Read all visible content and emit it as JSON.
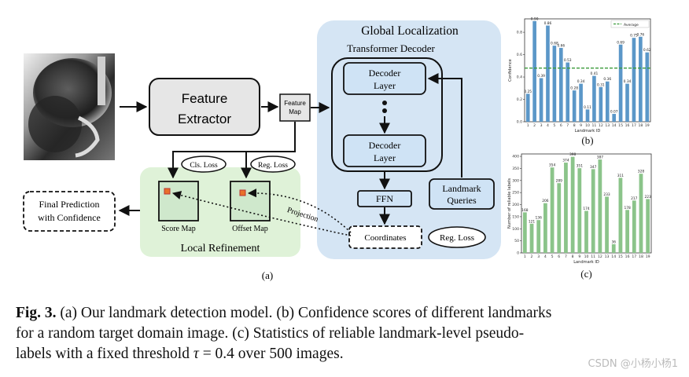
{
  "diagram": {
    "global_localization": "Global Localization",
    "transformer_decoder": "Transformer Decoder",
    "decoder_layer_1": [
      "Decoder",
      "Layer"
    ],
    "decoder_layer_2": [
      "Decoder",
      "Layer"
    ],
    "ffn": "FFN",
    "landmark_queries": [
      "Landmark",
      "Queries"
    ],
    "feature_extractor": [
      "Feature",
      "Extractor"
    ],
    "feature_map": [
      "Feature",
      "Map"
    ],
    "cls_loss": "Cls. Loss",
    "reg_loss_top": "Reg. Loss",
    "reg_loss_bottom": "Reg. Loss",
    "coordinates": "Coordinates",
    "projection": "Projection",
    "score_map": "Score Map",
    "offset_map": "Offset Map",
    "local_refinement": "Local Refinement",
    "final_prediction": [
      "Final Prediction",
      "with Confidence"
    ],
    "panel_a": "(a)"
  },
  "colors": {
    "global_bg": "#d5e5f4",
    "local_bg": "#dff2d8",
    "decoder_fill": "#cfe3f5",
    "map_fill": "#cfe8cc",
    "extractor_fill": "#e6e6e6",
    "bar_blue": "#5b97c8",
    "bar_green": "#8bc48a",
    "avg_line": "#3a9a3a",
    "marker": "#e8702a"
  },
  "chart_data": [
    {
      "type": "bar",
      "panel_label": "(b)",
      "categories": [
        "1",
        "2",
        "3",
        "4",
        "5",
        "6",
        "7",
        "8",
        "9",
        "10",
        "11",
        "12",
        "13",
        "14",
        "15",
        "16",
        "17",
        "18",
        "19"
      ],
      "values": [
        0.25,
        0.9,
        0.39,
        0.86,
        0.68,
        0.66,
        0.53,
        0.28,
        0.34,
        0.11,
        0.41,
        0.31,
        0.36,
        0.07,
        0.69,
        0.34,
        0.75,
        0.76,
        0.62
      ],
      "value_labels": [
        "0.25",
        "0.90",
        "0.39",
        "0.86",
        "0.68",
        "0.66",
        "0.53",
        "0.28",
        "0.34",
        "0.11",
        "0.41",
        "0.31",
        "0.36",
        "0.07",
        "0.69",
        "0.34",
        "0.75",
        "0.76",
        "0.62"
      ],
      "xlabel": "Landmark ID",
      "ylabel": "Confidence",
      "ylim": [
        0,
        0.92
      ],
      "yticks": [
        "0.0",
        "0.2",
        "0.4",
        "0.6",
        "0.8"
      ],
      "legend": "Average",
      "legend_position": "top-right",
      "average_line": 0.48
    },
    {
      "type": "bar",
      "panel_label": "(c)",
      "categories": [
        "1",
        "2",
        "3",
        "4",
        "5",
        "6",
        "7",
        "8",
        "9",
        "10",
        "11",
        "12",
        "13",
        "14",
        "15",
        "16",
        "17",
        "18",
        "19"
      ],
      "values": [
        168,
        121,
        136,
        206,
        354,
        289,
        374,
        398,
        351,
        174,
        347,
        387,
        233,
        36,
        311,
        178,
        217,
        328,
        223
      ],
      "value_labels": [
        "168",
        "121",
        "136",
        "206",
        "354",
        "289",
        "374",
        "398",
        "351",
        "174",
        "347",
        "387",
        "233",
        "36",
        "311",
        "178",
        "217",
        "328",
        "223"
      ],
      "xlabel": "Landmark ID",
      "ylabel": "Number of reliable labels",
      "ylim": [
        0,
        410
      ],
      "yticks": [
        "0",
        "50",
        "100",
        "150",
        "200",
        "250",
        "300",
        "350",
        "400"
      ]
    }
  ],
  "caption": {
    "fig_label": "Fig. 3.",
    "line1": " (a) Our landmark detection model. (b) Confidence scores of different landmarks",
    "line2": "for a random target domain image. (c) Statistics of reliable landmark-level pseudo-",
    "line3_pre": "labels with a fixed threshold ",
    "tau": "τ",
    "line3_post": " = 0.4 over 500 images."
  },
  "watermark": "CSDN @小杨小杨1"
}
